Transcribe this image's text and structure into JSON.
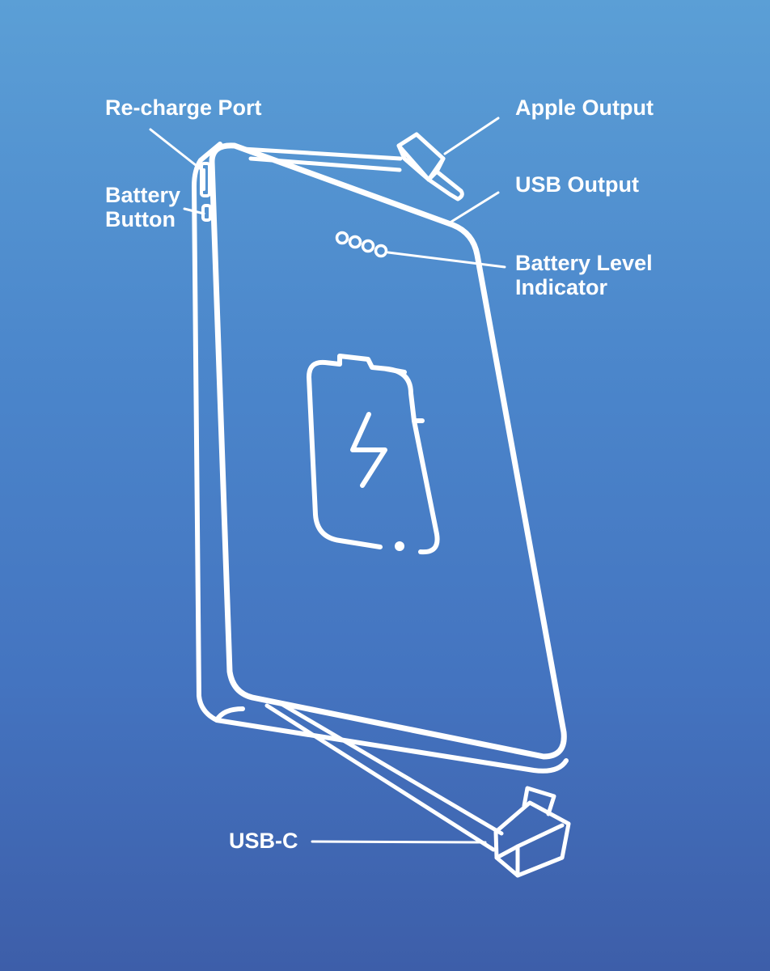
{
  "colors": {
    "background_top": "#5b9fd6",
    "background_bottom": "#3d5ea9",
    "line": "#ffffff"
  },
  "labels": {
    "recharge_port": "Re-charge Port",
    "battery_button": "Battery\nButton",
    "apple_output": "Apple Output",
    "usb_output": "USB Output",
    "battery_level_indicator": "Battery Level\nIndicator",
    "usb_c": "USB-C"
  },
  "indicator": {
    "led_count": 4
  },
  "icons": {
    "center": "battery-lightning-icon"
  }
}
